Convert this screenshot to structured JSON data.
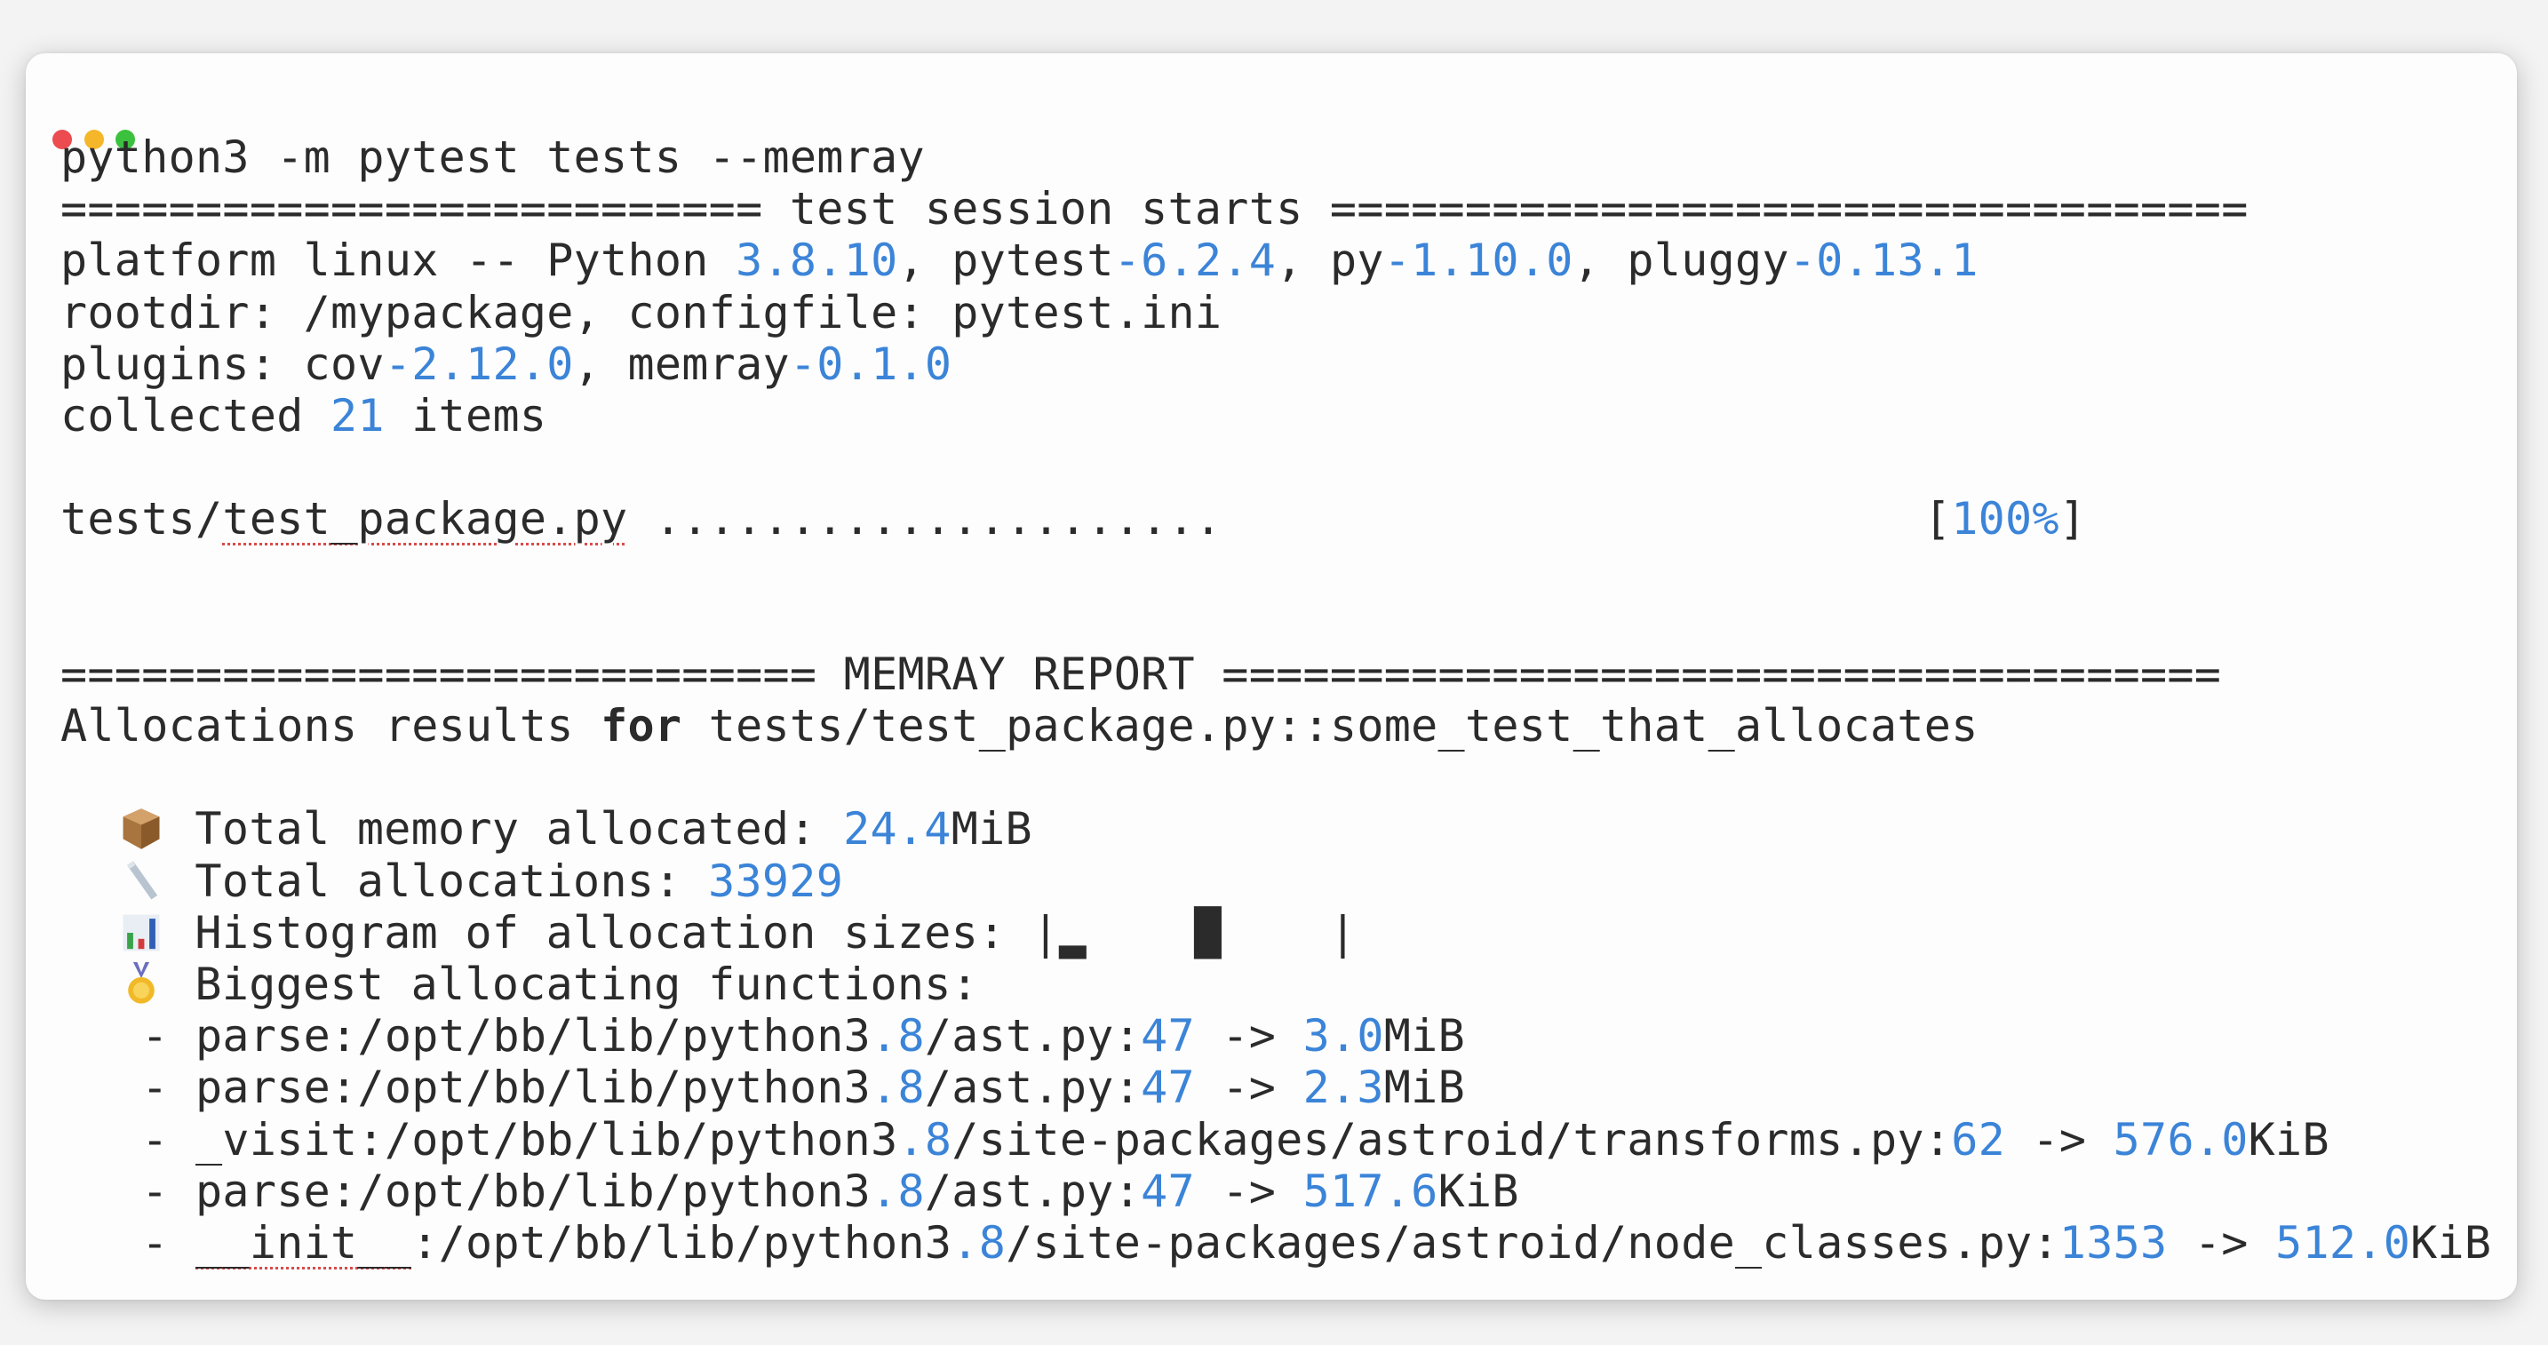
{
  "window": {
    "traffic_lights": {
      "close": "#ec4b4f",
      "minimize": "#f5b62a",
      "maximize": "#3cc13f"
    }
  },
  "colors": {
    "text": "#2b2b2b",
    "accent": "#3b84d8"
  },
  "terminal": {
    "lines": [
      [
        {
          "t": "python3 -m pytest tests --memray"
        }
      ],
      [
        {
          "t": "========================== test session starts =================================="
        }
      ],
      [
        {
          "t": "platform linux -- Python "
        },
        {
          "t": "3.8.10",
          "c": "blue"
        },
        {
          "t": ", pytest"
        },
        {
          "t": "-6.2.4",
          "c": "blue"
        },
        {
          "t": ", py"
        },
        {
          "t": "-1.10.0",
          "c": "blue"
        },
        {
          "t": ", pluggy"
        },
        {
          "t": "-0.13.1",
          "c": "blue"
        }
      ],
      [
        {
          "t": "rootdir: /mypackage, configfile: pytest.ini"
        }
      ],
      [
        {
          "t": "plugins: cov"
        },
        {
          "t": "-2.12.0",
          "c": "blue"
        },
        {
          "t": ", memray"
        },
        {
          "t": "-0.1.0",
          "c": "blue"
        }
      ],
      [
        {
          "t": "collected "
        },
        {
          "t": "21",
          "c": "blue"
        },
        {
          "t": " items"
        }
      ],
      [],
      [
        {
          "t": "tests/"
        },
        {
          "t": "test_package.py",
          "u": true
        },
        {
          "t": " .....................                          ["
        },
        {
          "t": "100%",
          "c": "blue"
        },
        {
          "t": "]"
        }
      ],
      [],
      [],
      [
        {
          "t": "============================ MEMRAY REPORT ====================================="
        }
      ],
      [
        {
          "t": "Allocations results "
        },
        {
          "t": "for",
          "b": true
        },
        {
          "t": " tests/test_package.py::some_test_that_allocates"
        }
      ],
      [],
      [
        {
          "t": "  "
        },
        {
          "icon": "package-icon"
        },
        {
          "t": " Total memory allocated: "
        },
        {
          "t": "24.4",
          "c": "blue"
        },
        {
          "t": "MiB"
        }
      ],
      [
        {
          "t": "  "
        },
        {
          "icon": "ruler-icon"
        },
        {
          "t": " Total allocations: "
        },
        {
          "t": "33929",
          "c": "blue"
        }
      ],
      [
        {
          "t": "  "
        },
        {
          "icon": "bar-chart-icon"
        },
        {
          "t": " Histogram of allocation sizes: "
        },
        {
          "t": "|▂    █    |",
          "h": true
        }
      ],
      [
        {
          "t": "  "
        },
        {
          "icon": "medal-icon"
        },
        {
          "t": " Biggest allocating functions:"
        }
      ],
      [
        {
          "t": "   - parse:/opt/bb/lib/python3"
        },
        {
          "t": ".8",
          "c": "blue"
        },
        {
          "t": "/ast.py:"
        },
        {
          "t": "47",
          "c": "blue"
        },
        {
          "t": " -> "
        },
        {
          "t": "3.0",
          "c": "blue"
        },
        {
          "t": "MiB"
        }
      ],
      [
        {
          "t": "   - parse:/opt/bb/lib/python3"
        },
        {
          "t": ".8",
          "c": "blue"
        },
        {
          "t": "/ast.py:"
        },
        {
          "t": "47",
          "c": "blue"
        },
        {
          "t": " -> "
        },
        {
          "t": "2.3",
          "c": "blue"
        },
        {
          "t": "MiB"
        }
      ],
      [
        {
          "t": "   - _visit:/opt/bb/lib/python3"
        },
        {
          "t": ".8",
          "c": "blue"
        },
        {
          "t": "/site-packages/astroid/transforms.py:"
        },
        {
          "t": "62",
          "c": "blue"
        },
        {
          "t": " -> "
        },
        {
          "t": "576.0",
          "c": "blue"
        },
        {
          "t": "KiB"
        }
      ],
      [
        {
          "t": "   - parse:/opt/bb/lib/python3"
        },
        {
          "t": ".8",
          "c": "blue"
        },
        {
          "t": "/ast.py:"
        },
        {
          "t": "47",
          "c": "blue"
        },
        {
          "t": " -> "
        },
        {
          "t": "517.6",
          "c": "blue"
        },
        {
          "t": "KiB"
        }
      ],
      [
        {
          "t": "   - "
        },
        {
          "t": "__init__",
          "u": true
        },
        {
          "t": ":/opt/bb/lib/python3"
        },
        {
          "t": ".8",
          "c": "blue"
        },
        {
          "t": "/site-packages/astroid/node_classes.py:"
        },
        {
          "t": "1353",
          "c": "blue"
        },
        {
          "t": " -> "
        },
        {
          "t": "512.0",
          "c": "blue"
        },
        {
          "t": "KiB"
        }
      ]
    ]
  }
}
